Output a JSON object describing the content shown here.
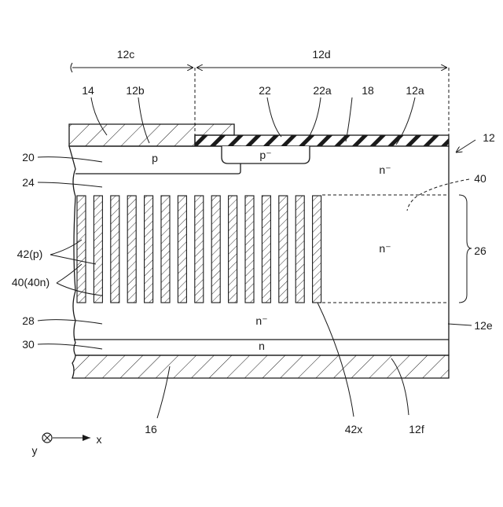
{
  "labels": {
    "region_12c": "12c",
    "region_12d": "12d",
    "electrode_14": "14",
    "p_region_12b": "12b",
    "insulator_22": "22",
    "insulator_22a": "22a",
    "electrode_18": "18",
    "surface_12a": "12a",
    "substrate_12": "12",
    "region_20": "20",
    "layer_24": "24",
    "column_40": "40",
    "pillars_42p": "42(p)",
    "pillars_40n": "40(40n)",
    "superjunction_26": "26",
    "layer_28": "28",
    "side_12e": "12e",
    "layer_30": "30",
    "electrode_16": "16",
    "pillar_42x": "42x",
    "surface_12f": "12f",
    "axis_y": "y",
    "axis_x": "x"
  },
  "regions": {
    "p": "p",
    "p_minus": "p⁻",
    "n_minus_top": "n⁻",
    "n_minus_mid": "n⁻",
    "n_minus_bottom": "n⁻",
    "n": "n"
  },
  "colors": {
    "line": "#1a1a1a",
    "background": "#ffffff"
  },
  "pillar_count": 15
}
